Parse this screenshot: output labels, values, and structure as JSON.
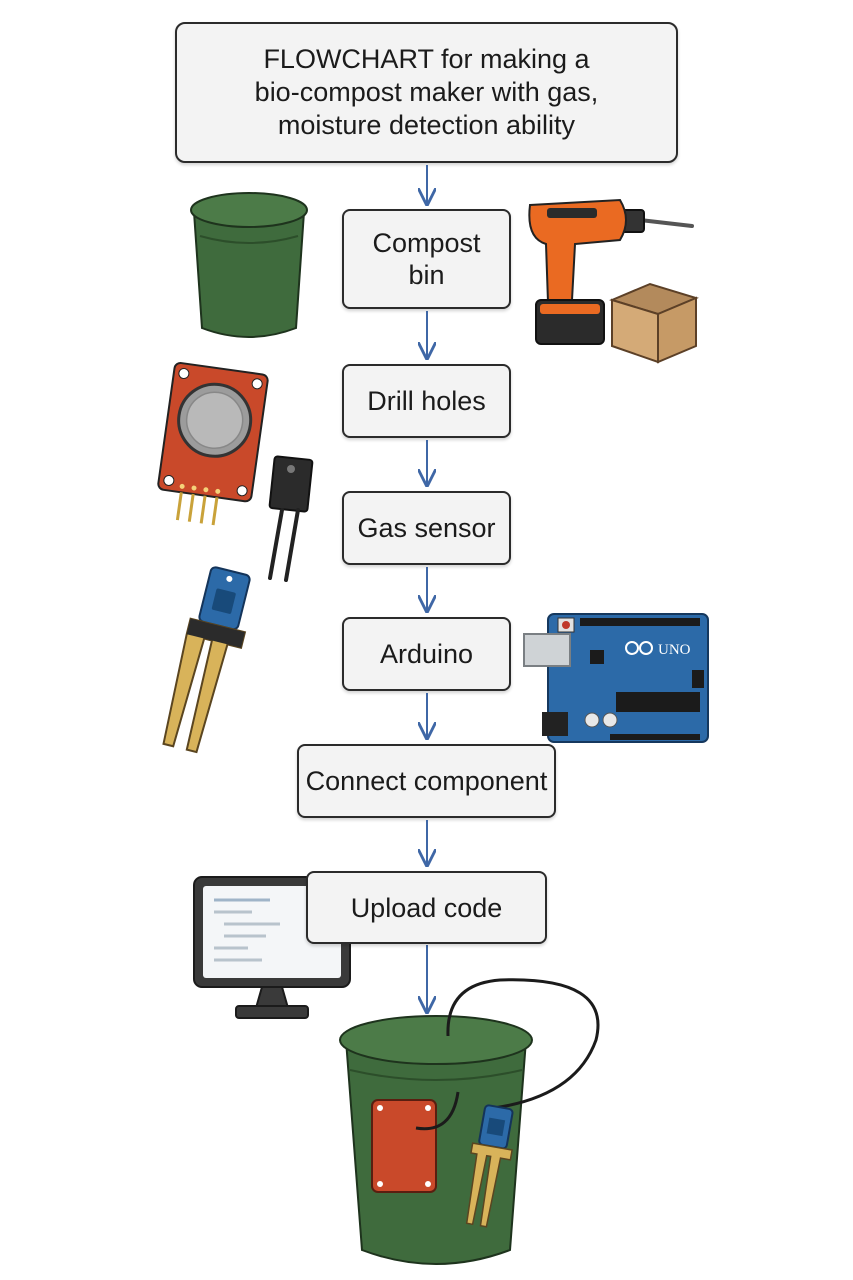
{
  "title": "FLOWCHART for making a\nbio-compost maker with gas,\nmoisture detection ability",
  "steps": [
    {
      "label": "Compost\nbin"
    },
    {
      "label": "Drill holes"
    },
    {
      "label": "Gas sensor"
    },
    {
      "label": "Arduino"
    },
    {
      "label": "Connect component"
    },
    {
      "label": "Upload code"
    }
  ],
  "illustrations": [
    "compost-bin-icon",
    "drill-icon",
    "cardboard-box-icon",
    "gas-sensor-module-icon",
    "transistor-icon",
    "moisture-sensor-icon",
    "arduino-uno-board-icon",
    "computer-monitor-icon",
    "assembled-compost-bin-icon"
  ],
  "board_label": "UNO",
  "colors": {
    "arrow": "#3f67a6",
    "box_border": "#2b2b2b",
    "box_fill": "#f3f3f3",
    "bin_green": "#3f6b3d",
    "drill_orange": "#ea6a22",
    "sensor_red": "#c9492a",
    "arduino_blue": "#2c6aa8",
    "probe_gold": "#d8b35a"
  }
}
